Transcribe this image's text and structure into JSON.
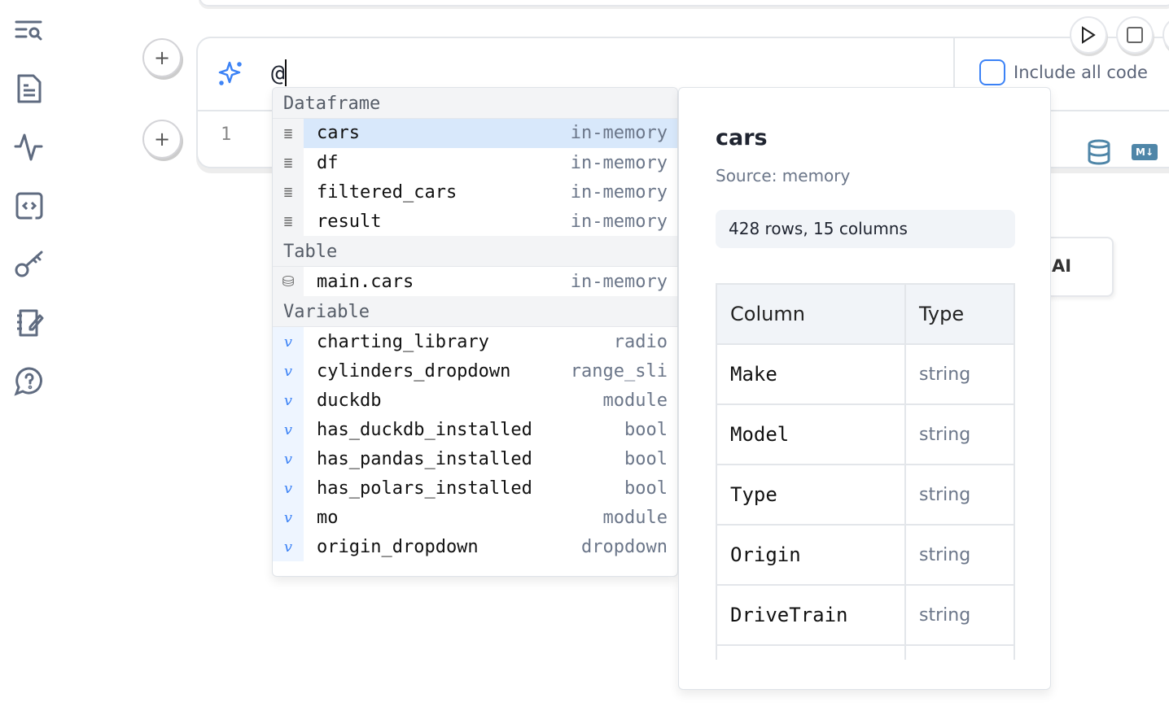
{
  "sidebar": {
    "icons": [
      "search-list-icon",
      "document-icon",
      "activity-icon",
      "code-snippet-icon",
      "key-icon",
      "notebook-edit-icon",
      "help-icon"
    ]
  },
  "cell": {
    "prompt_text": "@",
    "line_number": "1",
    "include_all_code_label": "Include all code",
    "ai_button_label": "AI"
  },
  "autocomplete": {
    "sections": [
      {
        "title": "Dataframe",
        "items": [
          {
            "name": "cars",
            "type": "in-memory"
          },
          {
            "name": "df",
            "type": "in-memory"
          },
          {
            "name": "filtered_cars",
            "type": "in-memory"
          },
          {
            "name": "result",
            "type": "in-memory"
          }
        ]
      },
      {
        "title": "Table",
        "items": [
          {
            "name": "main.cars",
            "type": "in-memory"
          }
        ]
      },
      {
        "title": "Variable",
        "items": [
          {
            "name": "charting_library",
            "type": "radio"
          },
          {
            "name": "cylinders_dropdown",
            "type": "range_sli"
          },
          {
            "name": "duckdb",
            "type": "module"
          },
          {
            "name": "has_duckdb_installed",
            "type": "bool"
          },
          {
            "name": "has_pandas_installed",
            "type": "bool"
          },
          {
            "name": "has_polars_installed",
            "type": "bool"
          },
          {
            "name": "mo",
            "type": "module"
          },
          {
            "name": "origin_dropdown",
            "type": "dropdown"
          }
        ]
      }
    ]
  },
  "info": {
    "title": "cars",
    "source": "Source: memory",
    "summary": "428 rows, 15 columns",
    "headers": [
      "Column",
      "Type"
    ],
    "columns": [
      {
        "name": "Make",
        "type": "string"
      },
      {
        "name": "Model",
        "type": "string"
      },
      {
        "name": "Type",
        "type": "string"
      },
      {
        "name": "Origin",
        "type": "string"
      },
      {
        "name": "DriveTrain",
        "type": "string"
      }
    ]
  },
  "colors": {
    "accent": "#3b82f6",
    "selected": "#d8e8fb",
    "icon": "#5f6b80"
  }
}
